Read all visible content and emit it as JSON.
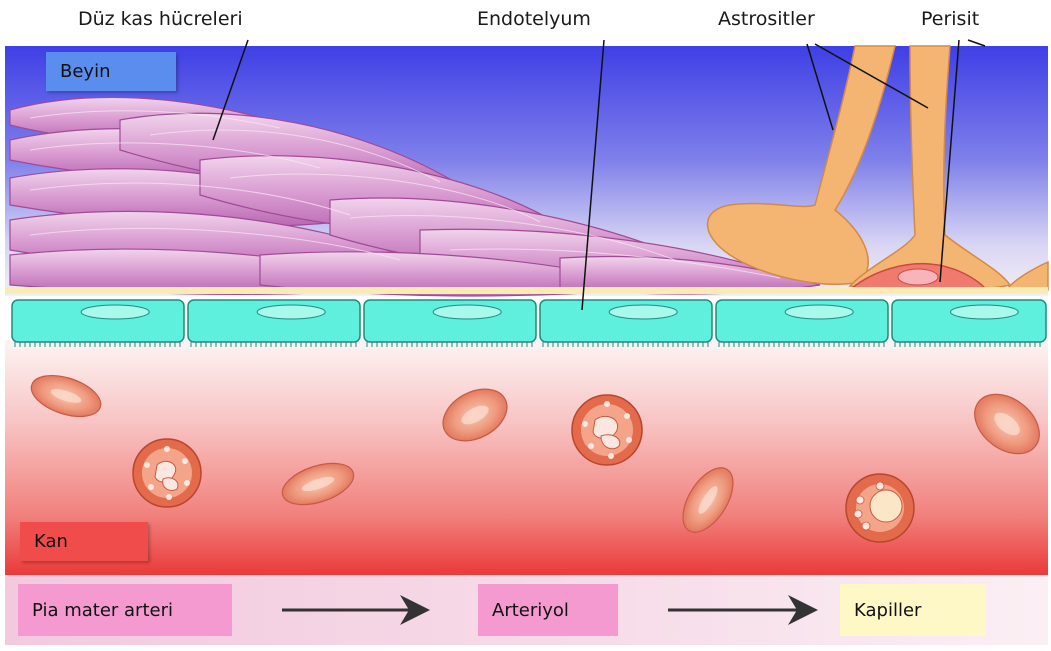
{
  "labels": {
    "smooth_muscle": "Düz kas hücreleri",
    "endothelium": "Endotelyum",
    "astrocytes": "Astrositler",
    "pericyte": "Perisit"
  },
  "regions": {
    "brain": "Beyin",
    "blood": "Kan"
  },
  "flow": {
    "pia_mater_artery": "Pia mater arteri",
    "arteriole": "Arteriyol",
    "capillary": "Kapiller"
  },
  "colors": {
    "brain_box": "#5b8def",
    "blood_box": "#f04c4c",
    "pia_box": "#f59ad0",
    "arteriole_box": "#f59ad0",
    "capillary_box": "#fdf8c6",
    "endothelium": "#5ef0dc",
    "smooth_muscle": "#d89ad0",
    "astrocyte": "#f5b572",
    "pericyte": "#f07a6e",
    "red_blood_cell": "#ef8f72"
  }
}
